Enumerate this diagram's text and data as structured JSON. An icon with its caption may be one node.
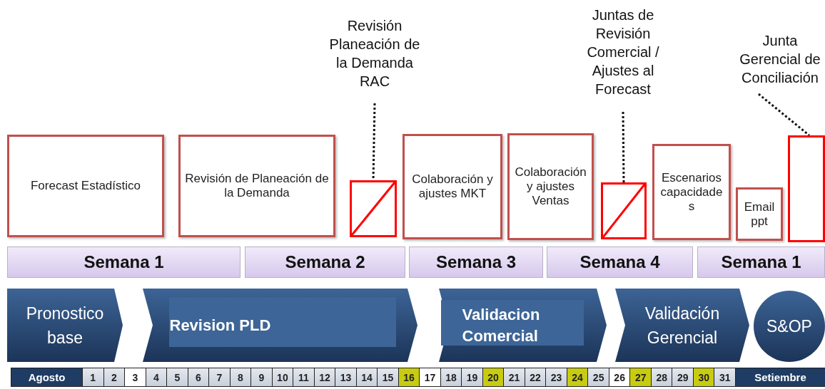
{
  "diagram": {
    "nodes": [
      {
        "text": [
          "Forecast Estadístico"
        ]
      },
      {
        "text": [
          "Revisión de Planeación de la Demanda"
        ]
      },
      {
        "text": [
          "Revisión Planeación de la Demanda RAC"
        ]
      },
      {
        "text": [],
        "shape": "box"
      },
      {
        "text": [
          "Colaboración y ajustes MKT"
        ]
      },
      {
        "text": [
          "Colaboración y ajustes Ventas"
        ]
      },
      {
        "text": [
          "Juntas de Revisión Comercial / Ajustes al Forecast"
        ]
      },
      {
        "text": [],
        "shape": "box"
      },
      {
        "text": [
          "Escenarios capacidades"
        ]
      },
      {
        "text": [
          "Email ppt"
        ]
      },
      {
        "text": [
          "Junta Gerencial de Conciliación"
        ]
      },
      {
        "text": [],
        "shape": "box"
      },
      {
        "text": [
          "Semana 1"
        ]
      },
      {
        "text": [
          "Semana 2"
        ]
      },
      {
        "text": [
          "Semana 3"
        ]
      },
      {
        "text": [
          "Semana 4"
        ]
      },
      {
        "text": [
          "Semana 1"
        ]
      },
      {
        "text": [
          "Pronostico base"
        ]
      },
      {
        "text": [
          "Revision PLD"
        ]
      },
      {
        "text": [
          "Validacion Comercial"
        ]
      },
      {
        "text": [
          "Validación Gerencial"
        ]
      },
      {
        "text": [
          "S&OP"
        ]
      }
    ],
    "edges": [
      {
        "from": 2,
        "to": 3,
        "arrow": "none",
        "style": "dashed"
      },
      {
        "from": 6,
        "to": 7,
        "arrow": "none",
        "style": "dashed"
      },
      {
        "from": 10,
        "to": 11,
        "arrow": "none",
        "style": "dashed"
      }
    ],
    "labels": [
      "Agosto",
      "1",
      "2",
      "3",
      "4",
      "5",
      "6",
      "7",
      "8",
      "9",
      "10",
      "11",
      "12",
      "13",
      "14",
      "15",
      "16",
      "17",
      "18",
      "19",
      "20",
      "21",
      "22",
      "23",
      "24",
      "25",
      "26",
      "27",
      "28",
      "29",
      "30",
      "31",
      "Setiembre"
    ]
  }
}
